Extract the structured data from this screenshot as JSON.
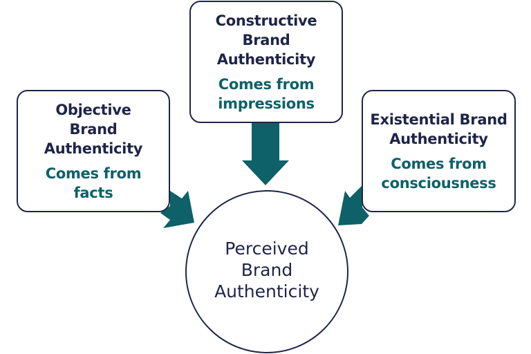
{
  "diagram": {
    "colors": {
      "navy": "#1f2448",
      "teal": "#0e6168",
      "background": "#ffffff"
    },
    "sources": [
      {
        "id": "constructive",
        "title_lines": [
          "Constructive",
          "Brand",
          "Authenticity"
        ],
        "subtitle_lines": [
          "Comes from",
          "impressions"
        ]
      },
      {
        "id": "objective",
        "title_lines": [
          "Objective",
          "Brand",
          "Authenticity"
        ],
        "subtitle_lines": [
          "Comes from",
          "facts"
        ]
      },
      {
        "id": "existential",
        "title_lines": [
          "Existential Brand",
          "Authenticity"
        ],
        "subtitle_lines": [
          "Comes from",
          "consciousness"
        ]
      }
    ],
    "target": {
      "label_lines": [
        "Perceived",
        "Brand",
        "Authenticity"
      ]
    },
    "arrows": [
      {
        "from": "constructive",
        "to": "perceived",
        "direction": "down"
      },
      {
        "from": "objective",
        "to": "perceived",
        "direction": "down-right"
      },
      {
        "from": "existential",
        "to": "perceived",
        "direction": "down-left"
      }
    ]
  }
}
